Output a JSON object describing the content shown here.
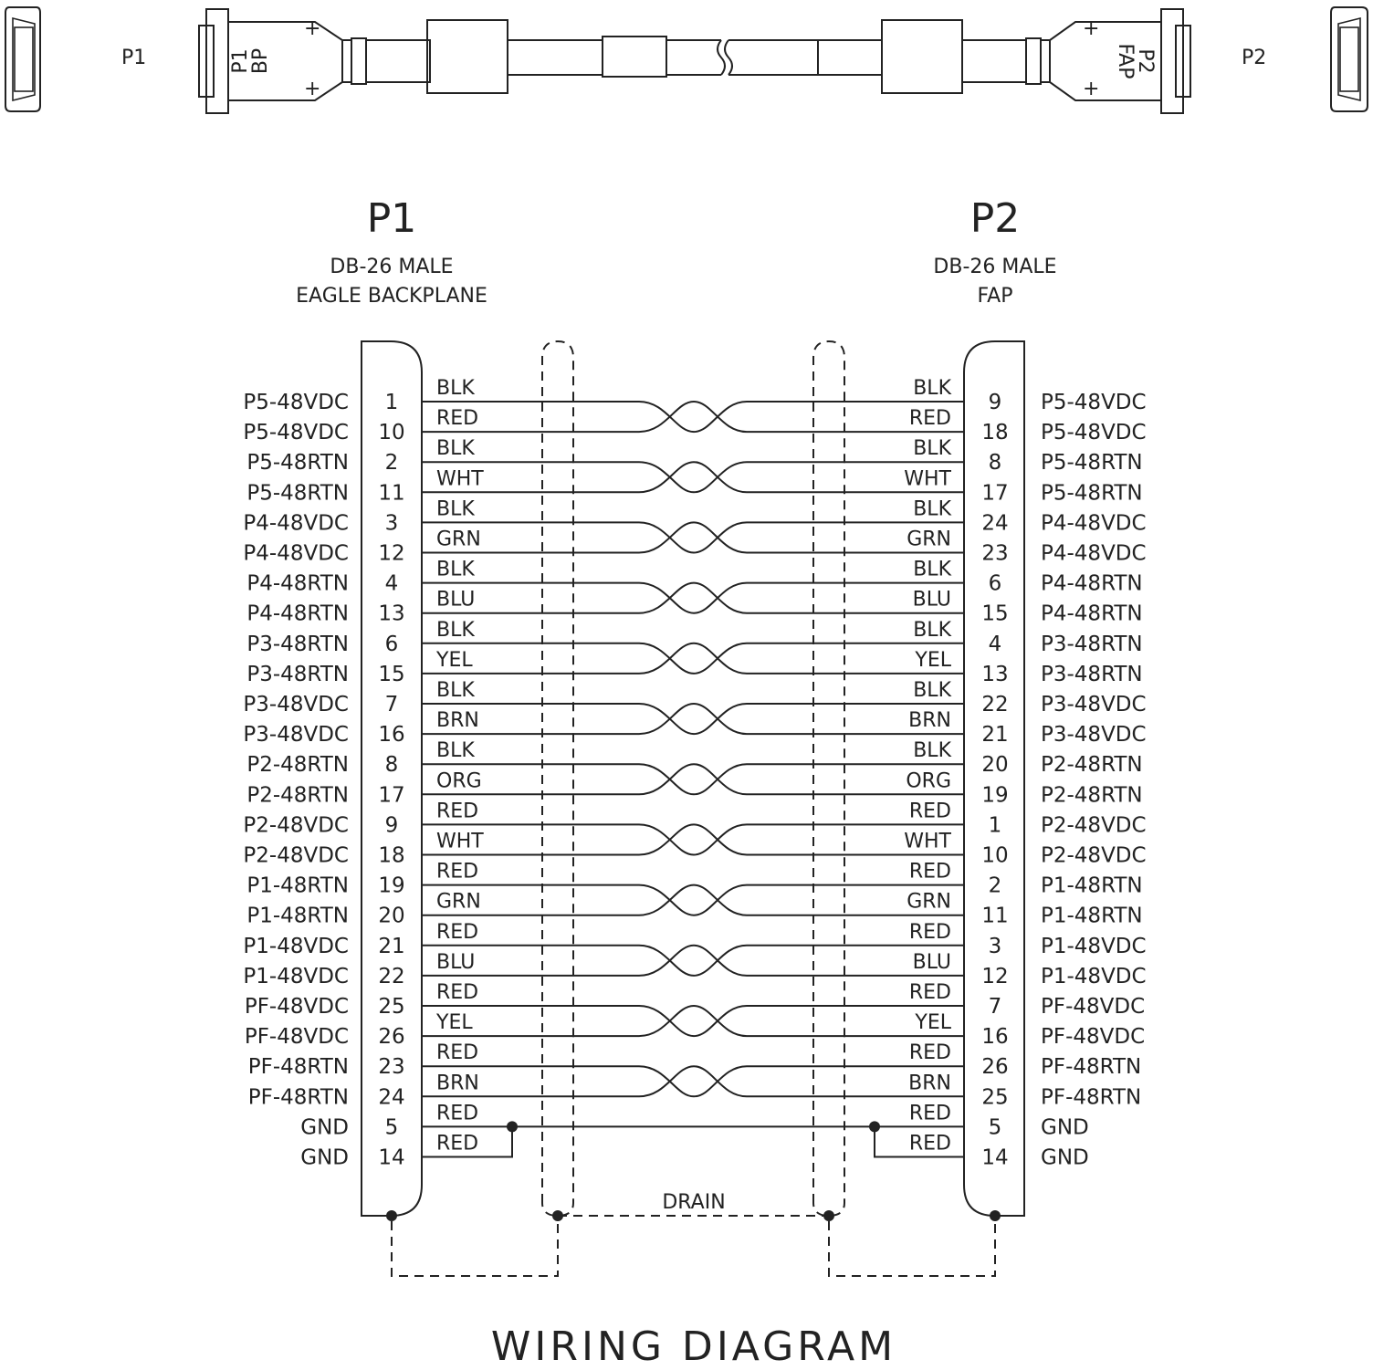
{
  "header": {
    "p1_label": "P1",
    "p2_label": "P2",
    "p1_housing_label": [
      "P1",
      "BP"
    ],
    "p2_housing_label": [
      "P2",
      "FAP"
    ]
  },
  "connectors": {
    "p1": {
      "name": "P1",
      "type": "DB-26 MALE",
      "desc": "EAGLE BACKPLANE"
    },
    "p2": {
      "name": "P2",
      "type": "DB-26 MALE",
      "desc": "FAP"
    }
  },
  "wires": [
    {
      "left_signal": "P5-48VDC",
      "left_pin": "1",
      "color": "BLK",
      "right_pin": "9",
      "right_signal": "P5-48VDC"
    },
    {
      "left_signal": "P5-48VDC",
      "left_pin": "10",
      "color": "RED",
      "right_pin": "18",
      "right_signal": "P5-48VDC"
    },
    {
      "left_signal": "P5-48RTN",
      "left_pin": "2",
      "color": "BLK",
      "right_pin": "8",
      "right_signal": "P5-48RTN"
    },
    {
      "left_signal": "P5-48RTN",
      "left_pin": "11",
      "color": "WHT",
      "right_pin": "17",
      "right_signal": "P5-48RTN"
    },
    {
      "left_signal": "P4-48VDC",
      "left_pin": "3",
      "color": "BLK",
      "right_pin": "24",
      "right_signal": "P4-48VDC"
    },
    {
      "left_signal": "P4-48VDC",
      "left_pin": "12",
      "color": "GRN",
      "right_pin": "23",
      "right_signal": "P4-48VDC"
    },
    {
      "left_signal": "P4-48RTN",
      "left_pin": "4",
      "color": "BLK",
      "right_pin": "6",
      "right_signal": "P4-48RTN"
    },
    {
      "left_signal": "P4-48RTN",
      "left_pin": "13",
      "color": "BLU",
      "right_pin": "15",
      "right_signal": "P4-48RTN"
    },
    {
      "left_signal": "P3-48RTN",
      "left_pin": "6",
      "color": "BLK",
      "right_pin": "4",
      "right_signal": "P3-48RTN"
    },
    {
      "left_signal": "P3-48RTN",
      "left_pin": "15",
      "color": "YEL",
      "right_pin": "13",
      "right_signal": "P3-48RTN"
    },
    {
      "left_signal": "P3-48VDC",
      "left_pin": "7",
      "color": "BLK",
      "right_pin": "22",
      "right_signal": "P3-48VDC"
    },
    {
      "left_signal": "P3-48VDC",
      "left_pin": "16",
      "color": "BRN",
      "right_pin": "21",
      "right_signal": "P3-48VDC"
    },
    {
      "left_signal": "P2-48RTN",
      "left_pin": "8",
      "color": "BLK",
      "right_pin": "20",
      "right_signal": "P2-48RTN"
    },
    {
      "left_signal": "P2-48RTN",
      "left_pin": "17",
      "color": "ORG",
      "right_pin": "19",
      "right_signal": "P2-48RTN"
    },
    {
      "left_signal": "P2-48VDC",
      "left_pin": "9",
      "color": "RED",
      "right_pin": "1",
      "right_signal": "P2-48VDC"
    },
    {
      "left_signal": "P2-48VDC",
      "left_pin": "18",
      "color": "WHT",
      "right_pin": "10",
      "right_signal": "P2-48VDC"
    },
    {
      "left_signal": "P1-48RTN",
      "left_pin": "19",
      "color": "RED",
      "right_pin": "2",
      "right_signal": "P1-48RTN"
    },
    {
      "left_signal": "P1-48RTN",
      "left_pin": "20",
      "color": "GRN",
      "right_pin": "11",
      "right_signal": "P1-48RTN"
    },
    {
      "left_signal": "P1-48VDC",
      "left_pin": "21",
      "color": "RED",
      "right_pin": "3",
      "right_signal": "P1-48VDC"
    },
    {
      "left_signal": "P1-48VDC",
      "left_pin": "22",
      "color": "BLU",
      "right_pin": "12",
      "right_signal": "P1-48VDC"
    },
    {
      "left_signal": "PF-48VDC",
      "left_pin": "25",
      "color": "RED",
      "right_pin": "7",
      "right_signal": "PF-48VDC"
    },
    {
      "left_signal": "PF-48VDC",
      "left_pin": "26",
      "color": "YEL",
      "right_pin": "16",
      "right_signal": "PF-48VDC"
    },
    {
      "left_signal": "PF-48RTN",
      "left_pin": "23",
      "color": "RED",
      "right_pin": "26",
      "right_signal": "PF-48RTN"
    },
    {
      "left_signal": "PF-48RTN",
      "left_pin": "24",
      "color": "BRN",
      "right_pin": "25",
      "right_signal": "PF-48RTN"
    },
    {
      "left_signal": "GND",
      "left_pin": "5",
      "color": "RED",
      "right_pin": "5",
      "right_signal": "GND"
    },
    {
      "left_signal": "GND",
      "left_pin": "14",
      "color": "RED",
      "right_pin": "14",
      "right_signal": "GND"
    }
  ],
  "drain_label": "DRAIN",
  "title": "WIRING DIAGRAM"
}
